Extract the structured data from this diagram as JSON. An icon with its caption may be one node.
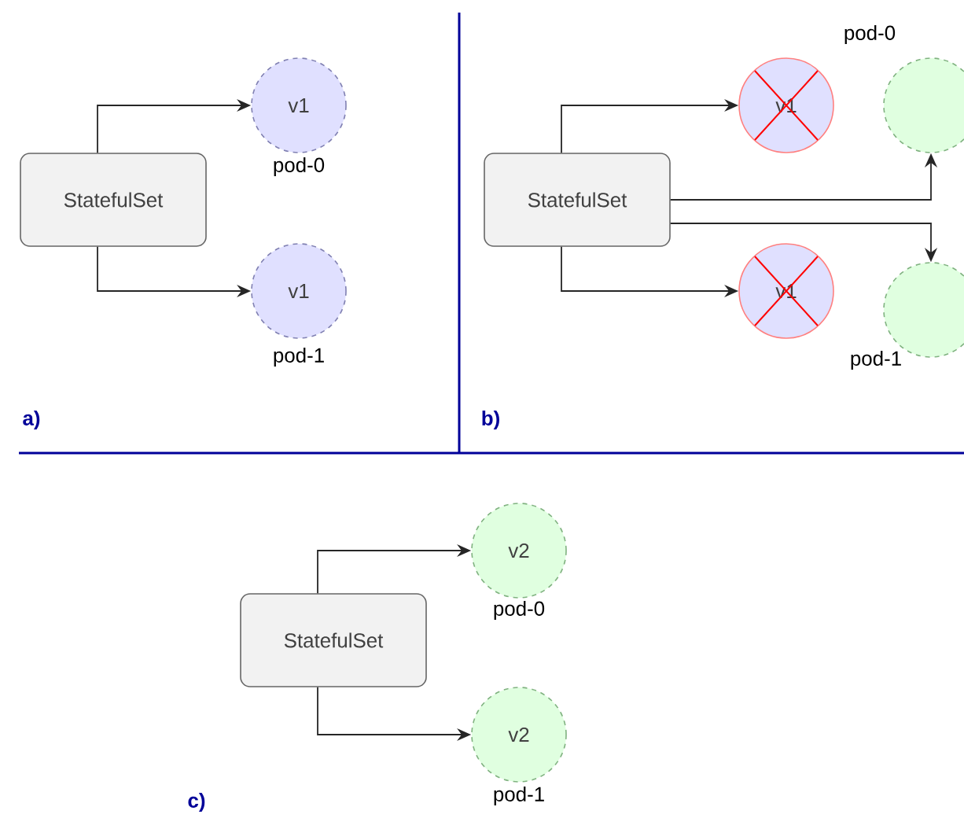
{
  "diagram": {
    "nodes": [
      {
        "text": [
          "StatefulSet"
        ]
      },
      {
        "text": [
          "v1"
        ],
        "beside": [
          "pod-0"
        ]
      },
      {
        "text": [
          "v1"
        ],
        "beside": [
          "pod-1"
        ]
      },
      {
        "text": [
          "StatefulSet"
        ]
      },
      {
        "text": [
          "v1"
        ]
      },
      {
        "text": [],
        "shape": "circle",
        "beside": [
          "pod-0"
        ]
      },
      {
        "text": [
          "v1"
        ]
      },
      {
        "text": [],
        "shape": "circle",
        "beside": [
          "pod-1"
        ]
      },
      {
        "text": [
          "StatefulSet"
        ]
      },
      {
        "text": [
          "v2"
        ],
        "beside": [
          "pod-0"
        ]
      },
      {
        "text": [
          "v2"
        ],
        "beside": [
          "pod-1"
        ]
      }
    ],
    "edges": [
      {
        "from": 0,
        "to": 1,
        "arrow": "to"
      },
      {
        "from": 0,
        "to": 2,
        "arrow": "to"
      },
      {
        "from": 3,
        "to": 4,
        "arrow": "to"
      },
      {
        "from": 3,
        "to": 5,
        "arrow": "to"
      },
      {
        "from": 3,
        "to": 7,
        "arrow": "to"
      },
      {
        "from": 3,
        "to": 6,
        "arrow": "to"
      },
      {
        "from": 8,
        "to": 9,
        "arrow": "to"
      },
      {
        "from": 8,
        "to": 10,
        "arrow": "to"
      }
    ],
    "labels": [
      "a)",
      "b)",
      "c)"
    ]
  }
}
